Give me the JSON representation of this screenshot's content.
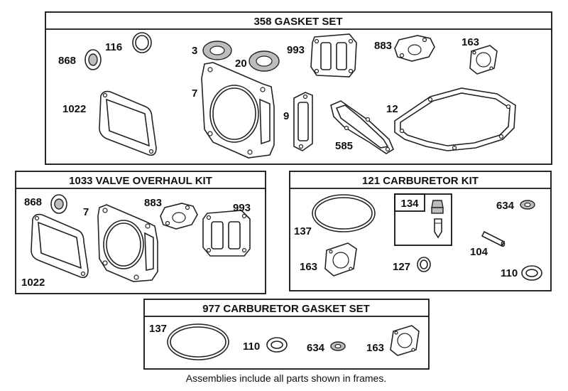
{
  "frames": [
    {
      "key": "gasket_set",
      "title": "358 GASKET SET",
      "labels": {
        "p868": "868",
        "p116": "116",
        "p3": "3",
        "p20": "20",
        "p993": "993",
        "p883": "883",
        "p163": "163",
        "p7": "7",
        "p1022": "1022",
        "p9": "9",
        "p12": "12",
        "p585": "585"
      }
    },
    {
      "key": "valve_kit",
      "title": "1033 VALVE OVERHAUL KIT",
      "labels": {
        "p868": "868",
        "p7": "7",
        "p883": "883",
        "p993": "993",
        "p1022": "1022"
      }
    },
    {
      "key": "carb_kit",
      "title": "121 CARBURETOR KIT",
      "labels": {
        "p134": "134",
        "p634": "634",
        "p137": "137",
        "p104": "104",
        "p163": "163",
        "p127": "127",
        "p110": "110"
      }
    },
    {
      "key": "carb_gasket_set",
      "title": "977 CARBURETOR  GASKET SET",
      "labels": {
        "p137": "137",
        "p110": "110",
        "p634": "634",
        "p163": "163"
      }
    }
  ],
  "footer": "Assemblies include all parts shown in frames."
}
